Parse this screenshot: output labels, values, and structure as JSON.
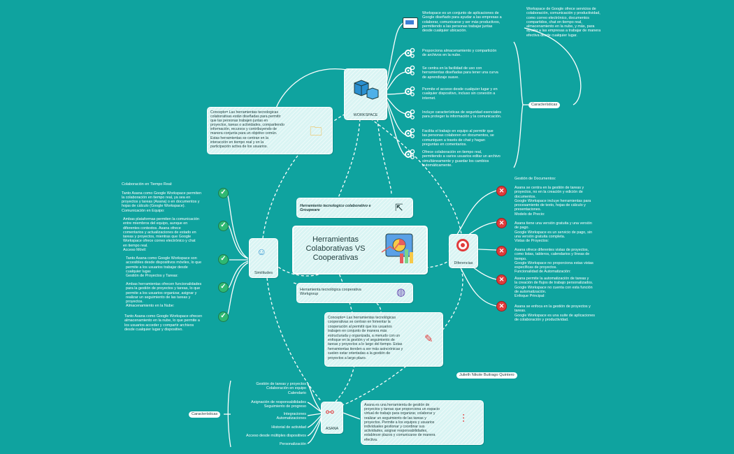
{
  "title": "Herramientas Colaborativas VS Cooperativas",
  "nodes": {
    "workspace": "WORKSPACE",
    "similitudes": "Similitudes",
    "diferencias": "Diferencias",
    "asana": "ASANA",
    "colaborativa": "Herramiento tecnologico colaborativo e Groupware",
    "cooperativa": "Herramienta tecnológica cooperativa Workgroup"
  },
  "concepts": {
    "colaborativo": "Concepto= Las herramientas tecnologicas\ncolaborativas están diseñadas para permitir\nque las personas trabajen juntas en\nproyectos, tareas o actividades, compartiendo\ninformación, recursos y contribuyendo de\nmanera conjunta para un objetivo común.\nEstas herramientas se centran en la\ninteracción en tiempo real y en la\nparticipación activa de los usuarios.",
    "cooperativo": "Concepto= Las herramientas tecnológicas\ncooperativas se centran en fomentar la\ncooperación al permitir que los usuarios\ntrabajen en conjunto de manera más\nestructurada y organizada, a menudo con un\nenfoque en la gestión y el seguimiento de\ntareas y proyectos a lo largo del tiempo. Estas\nherramientas tienden a ser más asincrónicas y\nsuelen estar orientadas a la gestión de\nproyectos a largo plazo.",
    "asana": "Asana es una herramienta de gestión de\nproyectos y tareas que proporciona un espacio\nvirtual de trabajo para organizar, colaborar y\nrealizar un seguimiento de las tareas y\nproyectos. Permite a los equipos y usuarios\nindividuales gestionar y coordinar sus\nactividades, asignar responsabilidades,\nestablecer plazos y comunicarse de manera\nefectiva."
  },
  "workspace_intro": "Workspace es un conjunto de aplicaciones de\nGoogle diseñado para ayudar a las empresas a\ncolaborar, comunicarse y ser más productivos,\npermitiendo a las personas trabajar juntas\ndesde cualquier ubicación.",
  "workspace_features": [
    "Proporciona almacenamiento y compartición\nde archivos en la nube.",
    "Se centra en la facilidad de uso con\nherramientas diseñadas para tener una curva\nde aprendizaje suave.",
    "Permite el acceso desde cualquier lugar y en\ncualquier dispositivo, incluso sin conexión a\ninternet.",
    "Incluye características de seguridad esenciales\npara proteger la información y la comunicación.",
    "Facilita el trabajo en equipo al permitir que\nlas personas colaboren en documentos, se\ncomuniquen a través de chat y hagan\npreguntas en comentarios.",
    "Ofrece colaboración en tiempo real,\npermitiendo a varios usuarios editar un archivo\nsimultáneamente y guardar los cambios\nautomáticamente."
  ],
  "workspace_note": "Workspace de Google ofrece servicios de\ncolaboración, comunicación y productividad,\ncomo correo electrónico, documentos\ncompartidos, chat en tiempo real,\nalmacenamiento en la nube, y más, para\nayudar a las empresas a trabajar de manera\nefectiva desde cualquier lugar.",
  "caracteristicas_label": "Características",
  "similitudes": [
    "Colaboración en Tiempo Real:\n\nTanto Asana como Google Workspace permiten\nla colaboración en tiempo real, ya sea en\nproyectos y tareas (Asana) o en documentos y\nhojas de cálculo (Google Workspace).\n  Comunicación en Equipo:",
    "Ambas plataformas permiten la comunicación\nentre miembros del equipo, aunque en\ndiferentes contextos. Asana ofrece\ncomentarios y actualizaciones de estado en\ntareas y proyectos, mientras que Google\nWorkspace ofrece correo electrónico y chat\nen tiempo real.\n  Acceso Móvil:",
    "Tanto Asana como Google Workspace son\naccesibles desde dispositivos móviles, lo que\npermite a los usuarios trabajar desde\ncualquier lugar.\nGestión de Proyectos y Tareas:",
    "Ambas herramientas ofrecen funcionalidades\npara la gestión de proyectos y tareas, lo que\npermite a los usuarios organizar, asignar y\nrealizar un seguimiento de las tareas y\nproyectos.\nAlmacenamiento en la Nube:",
    "Tanto Asana como Google Workspace ofrecen\nalmacenamiento en la nube, lo que permite a\nlos usuarios acceder y compartir archivos\ndesde cualquier lugar y dispositivo."
  ],
  "diferencias_header": "Gestión de Documentos:",
  "diferencias": [
    "Asana se centra en la gestión de tareas y\nproyectos, no en la creación y edición de\ndocumentos.\nGoogle Workspace incluye herramientas para\nprocesamiento de texto, hojas de cálculo y\npresentaciones.\nModelo de Precio:",
    "Asana tiene una versión gratuita y una versión\nde pago.\nGoogle Workspace es un servicio de pago, sin\nuna versión gratuita completa.\nVistas de Proyectos:",
    "Asana ofrece diferentes vistas de proyectos,\ncomo listas, tableros, calendarios y líneas de\ntiempo.\nGoogle Workspace no proporciona estas vistas\nespecíficas de proyectos.\nFuncionalidad de Automatización:",
    "Asana permite la automatización de tareas y\nla creación de flujos de trabajo personalizados.\nGoogle Workspace no cuenta con esta función\nde automatización.\nEnfoque Principal:",
    "Asana se enfoca en la gestión de proyectos y\ntareas.\nGoogle Workspace es una suite de aplicaciones\nde colaboración y productividad."
  ],
  "asana_features": [
    "Gestión de tareas y proyectos\nColaboración en equipo\nCalendario",
    "Asignación de responsabilidades\nSeguimiento de progreso",
    "Integraciones\nAutomatizaciones",
    "Historial de actividad",
    "Acceso desde múltiples dispositivos",
    "Personalización"
  ],
  "author": "Julieth Nikole Buitrago Quintero",
  "colors": {
    "background": "#0fa39f",
    "card": "#d9f4f3",
    "check": "#2eb872",
    "cross": "#e03b3b"
  }
}
